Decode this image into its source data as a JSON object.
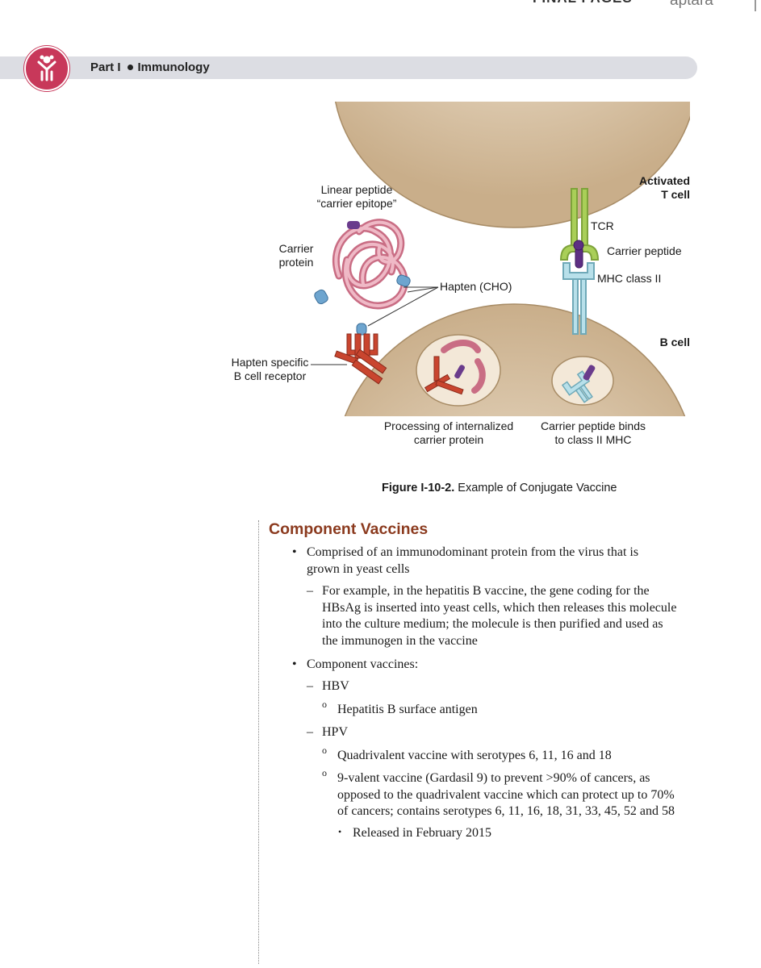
{
  "page_header": {
    "status_text": "FINAL PAGES",
    "vendor": "aptara",
    "part": "Part I",
    "section": "Immunology"
  },
  "figure": {
    "labels": {
      "linear_peptide": [
        "Linear peptide",
        "“carrier epitope”"
      ],
      "carrier_protein": [
        "Carrier",
        "protein"
      ],
      "hapten": "Hapten (CHO)",
      "hapten_receptor": [
        "Hapten specific",
        "B cell receptor"
      ],
      "activated_t_cell": [
        "Activated",
        "T cell"
      ],
      "tcr": "TCR",
      "carrier_peptide": "Carrier peptide",
      "mhc_class_ii": "MHC class II",
      "b_cell": "B cell",
      "processing": [
        "Processing of internalized",
        "carrier protein"
      ],
      "peptide_binds": [
        "Carrier peptide binds",
        "to class II MHC"
      ]
    },
    "caption_number": "Figure I-10-2.",
    "caption_text": "Example of Conjugate Vaccine",
    "colors": {
      "cell_fill": "#d8c3a5",
      "protein_pink": "#d98ea0",
      "receptor_red": "#c9452f",
      "tcr_green": "#9cc44a",
      "mhc_blue": "#a9d6e0",
      "peptide_purple": "#6a3b8c"
    }
  },
  "content": {
    "section_title": "Component Vaccines",
    "bullet1": [
      "Comprised of an immunodominant protein from the virus that is",
      "grown in yeast cells"
    ],
    "bullet1_sub": [
      "For example, in the hepatitis B vaccine, the gene coding for the",
      "HBsAg is inserted into yeast cells, which then releases this molecule",
      "into the culture medium; the molecule is then purified and used as",
      "the immunogen in the vaccine"
    ],
    "bullet2": "Component vaccines:",
    "hbv": "HBV",
    "hbv_item": "Hepatitis B surface antigen",
    "hpv": "HPV",
    "hpv_item1": "Quadrivalent vaccine with serotypes 6, 11, 16 and 18",
    "hpv_item2": [
      "9-valent vaccine (Gardasil 9) to prevent >90% of cancers, as",
      "opposed to the quadrivalent vaccine which can protect up to 70%",
      "of cancers; contains serotypes 6, 11, 16, 18, 31, 33, 45, 52 and 58"
    ],
    "hpv_item2_sub": "Released in February 2015",
    "bullet_char": "•",
    "dash_char": "–",
    "circle_char": "o",
    "small_bullet_char": "•"
  }
}
